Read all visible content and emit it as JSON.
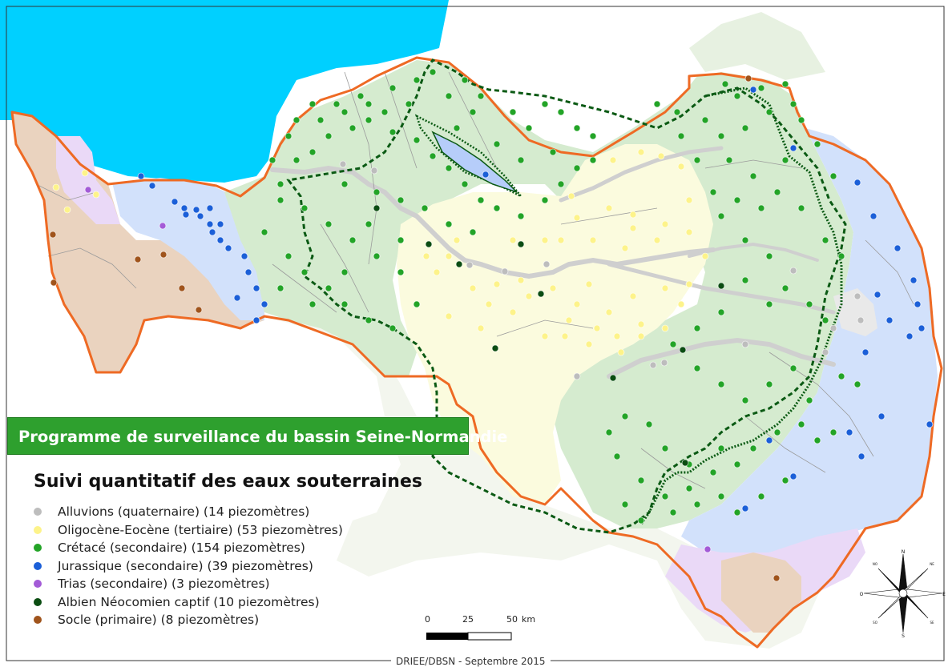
{
  "map_title": "Programme de surveillance du bassin Seine-Normandie",
  "legend": {
    "title": "Suivi quantitatif des eaux souterraines",
    "items": [
      {
        "label": "Alluvions (quaternaire) (14 piezomètres)",
        "color": "#bdbdbd"
      },
      {
        "label": "Oligocène-Eocène (tertiaire) (53 piezomètres)",
        "color": "#fdf38a"
      },
      {
        "label": "Crétacé (secondaire) (154 piezomètres)",
        "color": "#23a427"
      },
      {
        "label": "Jurassique (secondaire) (39 piezomètres)",
        "color": "#1b5fd8"
      },
      {
        "label": "Trias (secondaire) (3 piezomètres)",
        "color": "#a35bd7"
      },
      {
        "label": "Albien Néocomien captif (10 piezomètres)",
        "color": "#0b4d12"
      },
      {
        "label": "Socle (primaire) (8 piezomètres)",
        "color": "#a0541c"
      }
    ]
  },
  "scale_bar": {
    "labels": [
      "0",
      "25",
      "50",
      "km"
    ]
  },
  "credit": "DRIEE/DBSN - Septembre 2015",
  "compass": {
    "N": "N",
    "S": "S",
    "E": "E",
    "O": "O",
    "NO": "NO",
    "NE": "NE",
    "SO": "SO",
    "SE": "SE"
  },
  "colors": {
    "sea": "#00d0ff",
    "basin_border": "#ee6a24",
    "albien_boundary": "#0b5a14",
    "zone_cretace": "#d5ebcf",
    "zone_tertiaire": "#fbfbde",
    "zone_jurassique": "#d2e1fb",
    "zone_trias": "#ead9f7",
    "zone_socle": "#ead3bf"
  }
}
